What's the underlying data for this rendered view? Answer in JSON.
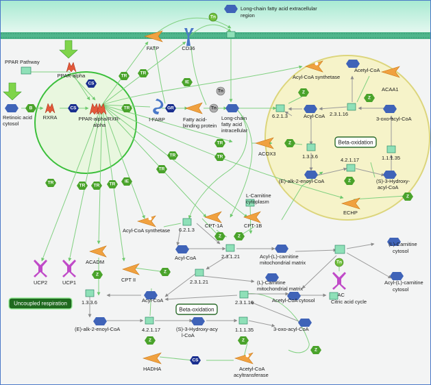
{
  "colors": {
    "membrane": "#4fb68c",
    "nucleus_fill": "#e9f7df",
    "nucleus_stroke": "#3bbf3b",
    "mito_fill": "#f6f3c9",
    "mito_stroke": "#dcd57c",
    "edge": "#7fd07f",
    "enzyme": "#f0a140",
    "compound": "#3f63b8",
    "gene_box": "#8fe0b8",
    "badge_green": "#4aa32b",
    "badge_blue": "#1a2f8f"
  },
  "labels": {
    "lcfa_extracellular": [
      "Long-chain fatty acid extracellular",
      "region"
    ],
    "fatp": "FATP",
    "cd36": "CD36",
    "ppar_pathway": "PPAR Pathway",
    "ppar_alpha": "PPAR-alpha",
    "retinoic_acid": [
      "Retinoic acid",
      "cytosol"
    ],
    "rxra": "RXRA",
    "ppar_rxr": [
      "PPAR-alpha/RXR-",
      "alpha"
    ],
    "i_fabp": "I-FABP",
    "fabp": [
      "Fatty acid-",
      "binding protein"
    ],
    "lcfa_intracellular": [
      "Long-chain",
      "fatty acid",
      "intracellular"
    ],
    "acyl_coa_synthetase_mito": "Acyl-CoA synthetase",
    "acetyl_coa_mito": "Acetyl-CoA",
    "acaa1": "ACAA1",
    "e_6213_mito": "6.2.1.3",
    "acyl_coa_mito": "Acyl-CoA",
    "e_23116_mito": "2.3.1.16",
    "oxo_acyl_coa_mito": "3-oxo-acyl-CoA",
    "acox3": "ACOX3",
    "e_1136_mito": "1.3.3.6",
    "beta_ox_mito": "Beta-oxidation",
    "e_11135_mito": "1.1.1.35",
    "e_42117_mito": "4.2.1.17",
    "enoyl_coa_mito": "(E)-alk-2-enoyl-CoA",
    "hydroxy_acyl_mito": [
      "(S)-3-Hydroxy-",
      "acyl-CoA"
    ],
    "echp": "ECHP",
    "l_carnitine_cyto_top": [
      "L-Carnitine",
      "cytoplasm"
    ],
    "acyl_coa_synthetase_cyto": "Acyl-CoA synthetase",
    "cpt1a": "CPT-1A",
    "cpt1b": "CPT-1B",
    "e_6213_cyto": "6.2.1.3",
    "acyl_coa_cyto": "Acyl-CoA",
    "e_23121_top": "2.3.1.21",
    "acyl_carnitine_matrix": [
      "Acyl-(L)-carnitine",
      "mitochondrial matrix"
    ],
    "l_carnitine_cytosol_right": [
      "(L)-Carnitine",
      "cytosol"
    ],
    "acyl_carnitine_cytosol_right": [
      "Acyl-(L)-carnitine",
      "cytosol"
    ],
    "cac": "CAC",
    "ucp2": "UCP2",
    "ucp1": "UCP1",
    "uncoupled_respiration": "Uncoupled respiration",
    "acadm": "ACADM",
    "cpt2": "CPT II",
    "e_23121_bot": "2.3.1.21",
    "l_carnitine_matrix": [
      "(L)-Carnitine",
      "mitochondrial matrix"
    ],
    "acetyl_coa_cytosol": "Acetyl-CoA cytosol",
    "citric_acid_cycle": "Citric acid cycle",
    "e_1336_bot": "1.3.3.6",
    "acyl_coa_bot": "Acyl-CoA",
    "beta_ox_bot": "Beta-oxidation",
    "e_23116_bot": "2.3.1.16",
    "enoyl_coa_bot": "(E)-alk-2-enoyl-CoA",
    "e_42117_bot": "4.2.1.17",
    "hydroxy_acyl_bot": [
      "(S)-3-Hydroxy-acy",
      "l-CoA"
    ],
    "e_11135_bot": "1.1.1.35",
    "oxo_acyl_coa_bot": "3-oxo-acyl-CoA",
    "hadha": "HADHA",
    "acetyl_coa_acyltransferase": [
      "Acetyl-CoA",
      "acyltransferase"
    ]
  },
  "badges": {
    "tr": "TR",
    "tn": "Tn",
    "cs": "CS",
    "b": "B",
    "gr": "GR",
    "ie": "IE",
    "z": "Z"
  }
}
